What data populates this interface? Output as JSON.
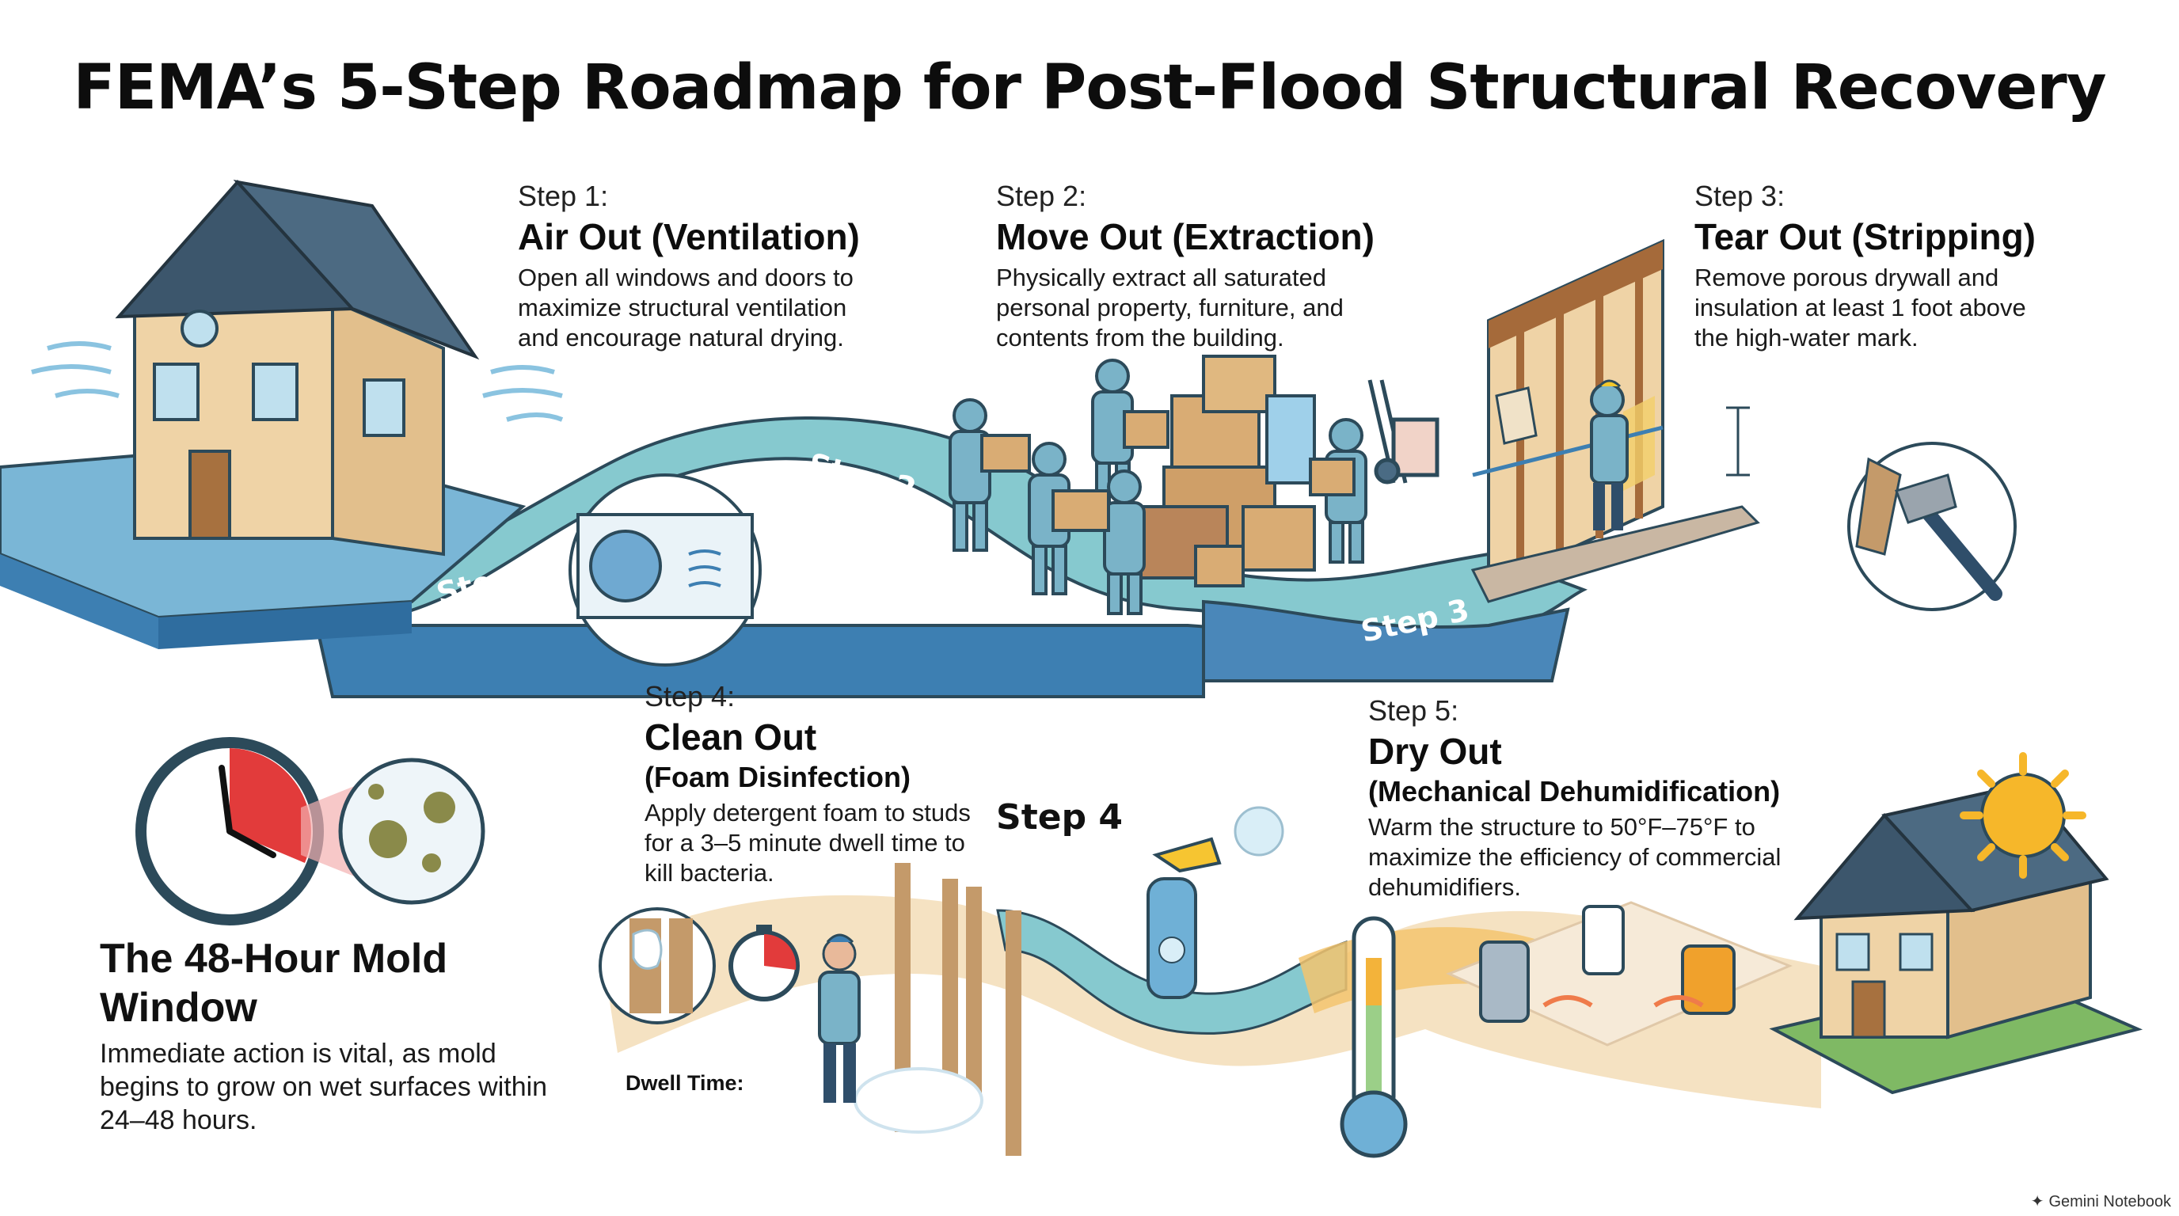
{
  "title": "FEMA’s 5-Step Roadmap for Post-Flood Structural Recovery",
  "steps": [
    {
      "number": "Step 1:",
      "name": "Air Out (Ventilation)",
      "subtitle": "",
      "description": "Open all windows and doors to maximize structural ventilation and encourage natural drying."
    },
    {
      "number": "Step 2:",
      "name": "Move Out (Extraction)",
      "subtitle": "",
      "description": "Physically extract all saturated personal property, furniture, and contents from the building."
    },
    {
      "number": "Step 3:",
      "name": "Tear Out (Stripping)",
      "subtitle": "",
      "description": "Remove porous drywall and insulation at least 1 foot above the high-water mark."
    },
    {
      "number": "Step 4:",
      "name": "Clean Out",
      "subtitle": "(Foam Disinfection)",
      "description": "Apply detergent foam to studs for a 3–5 minute dwell time to kill bacteria."
    },
    {
      "number": "Step 5:",
      "name": "Dry Out",
      "subtitle": "(Mechanical Dehumidification)",
      "description": "Warm the structure to 50°F–75°F to maximize the efficiency of commercial dehumidifiers."
    }
  ],
  "road_labels": {
    "step1": "Step 1",
    "step2": "Step 2",
    "step3": "Step 3",
    "step4": "Step 4"
  },
  "mold_window": {
    "title": "The 48-Hour Mold Window",
    "description": "Immediate action is vital, as mold begins to grow on wet surfaces within 24–48 hours."
  },
  "dwell_label": "Dwell Time:",
  "footer": "Gemini Notebook",
  "colors": {
    "road_dark": "#3e84b8",
    "road_light": "#7fc4cc",
    "road_warm": "#f2c988",
    "water": "#6fb0d6",
    "house_wall": "#efd3a6",
    "roof": "#3c566c",
    "worker": "#7ab3c8",
    "alert_red": "#e23b3b",
    "sun": "#f6b72a"
  },
  "icons": [
    "house-icon",
    "window-fan-icon",
    "moving-boxes-icon",
    "hand-truck-icon",
    "demolition-wall-icon",
    "hammer-icon",
    "clock-icon",
    "mold-spores-icon",
    "foam-stud-icon",
    "stopwatch-icon",
    "spray-bottle-icon",
    "thermometer-icon",
    "dehumidifier-icon",
    "heater-icon",
    "sun-icon"
  ]
}
